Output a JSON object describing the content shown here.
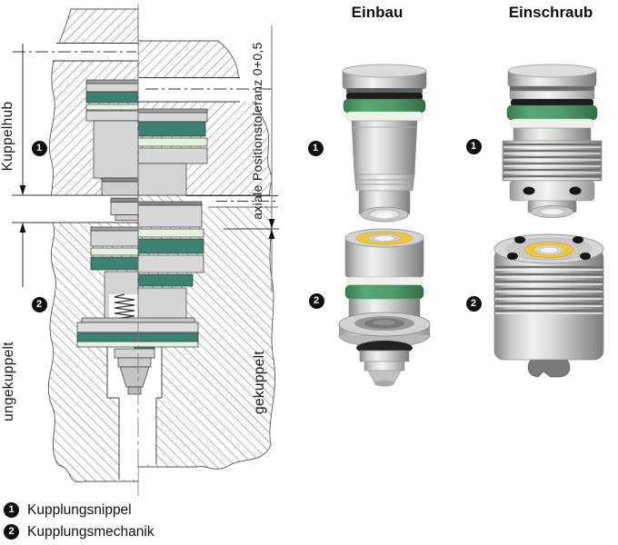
{
  "drawing": {
    "labels": {
      "kuppelhub": "Kuppelhub",
      "axiale_toleranz": "axiale Positionstoleranz 0+0,5",
      "ungekuppelt": "ungekuppelt",
      "gekuppelt": "gekuppelt"
    },
    "markers": {
      "nipple": "1",
      "mechanik": "2"
    }
  },
  "photo_columns": [
    {
      "label": "Einbau"
    },
    {
      "label": "Einschraub"
    }
  ],
  "legend": [
    {
      "marker": "1",
      "label": "Kupplungsnippel"
    },
    {
      "marker": "2",
      "label": "Kupplungsmechanik"
    }
  ],
  "colors": {
    "seal_dark_teal": "#3d8170",
    "seal_pale_green": "#e3f1df",
    "oring_green": "#4f9d6b",
    "oring_white": "#eef1ec",
    "ring_yellow": "#ecc63e",
    "marker_black": "#111111"
  }
}
